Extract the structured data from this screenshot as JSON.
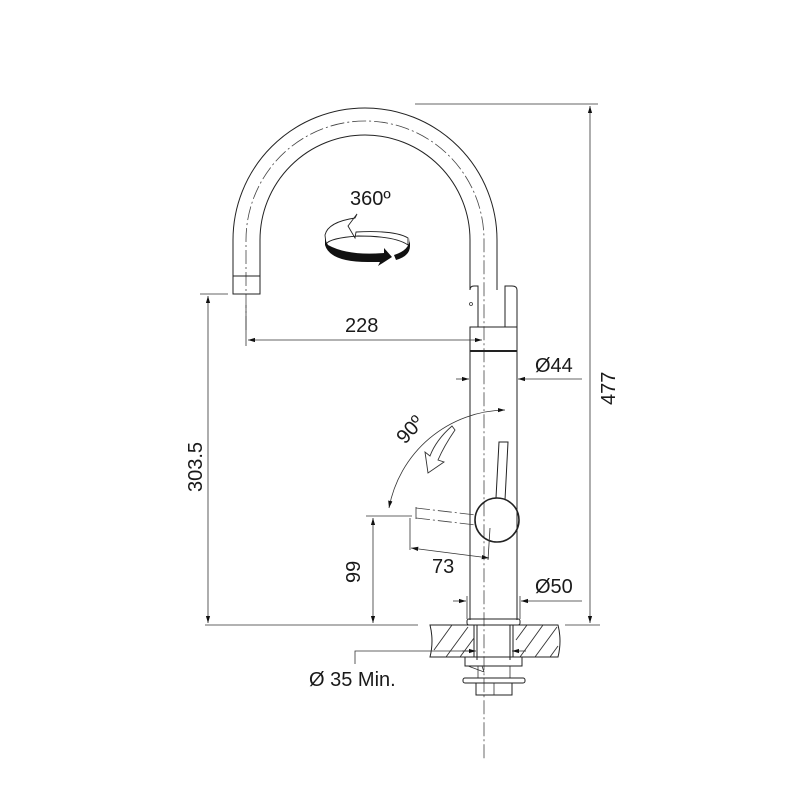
{
  "drawing": {
    "title": "Kitchen faucet technical drawing",
    "dimensions": {
      "rotation": "360º",
      "spout_reach": "228",
      "body_diameter_top": "Ø44",
      "total_height": "477",
      "spout_height": "303.5",
      "lever_angle": "90º",
      "lever_length": "73",
      "lever_height": "99",
      "base_diameter": "Ø50",
      "hole_diameter": "Ø 35 Min."
    }
  }
}
